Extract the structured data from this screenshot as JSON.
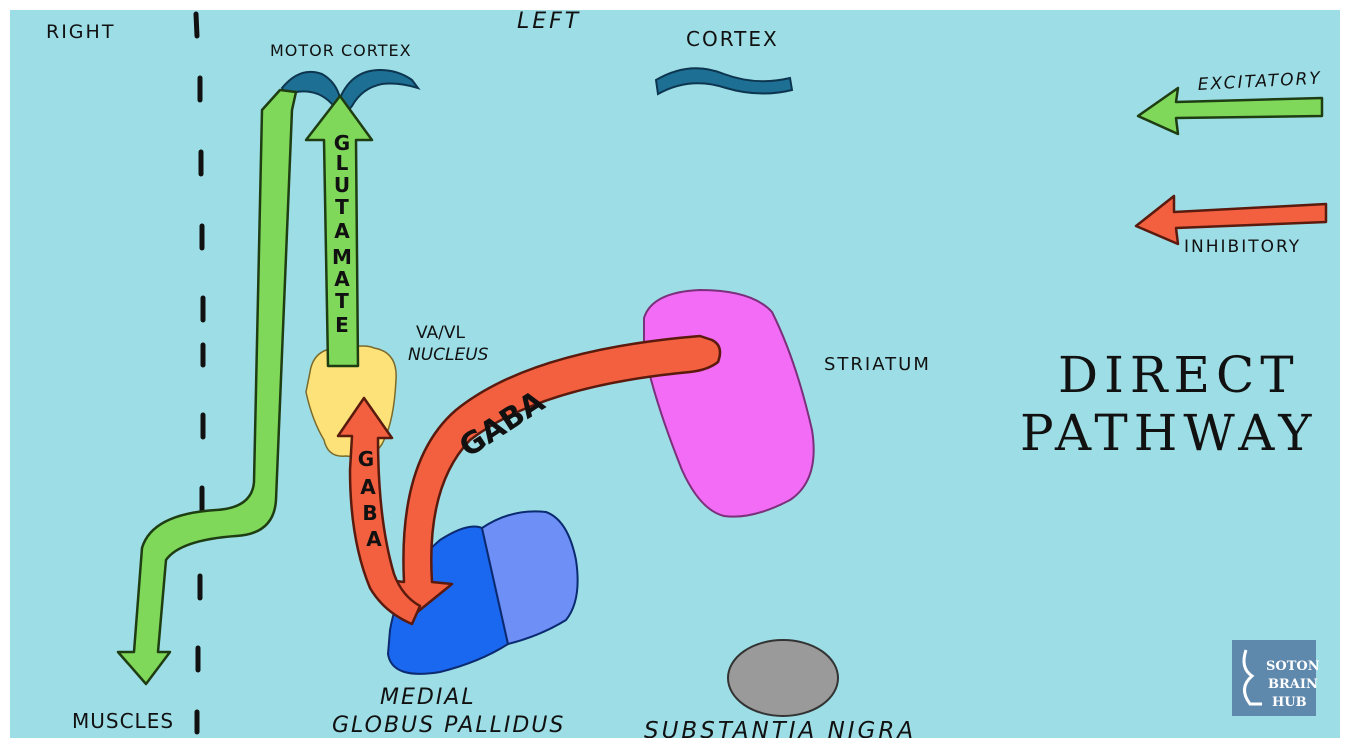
{
  "labels": {
    "right": "RIGHT",
    "left": "LEFT",
    "motor_cortex": "MOTOR CORTEX",
    "cortex": "CORTEX",
    "excitatory": "EXCITATORY",
    "inhibitory": "INHIBITORY",
    "va_vl_line1": "VA/VL",
    "va_vl_line2": "NUCLEUS",
    "striatum": "STRIATUM",
    "title_line1": "DIRECT",
    "title_line2": "PATHWAY",
    "medial_line1": "MEDIAL",
    "medial_line2": "GLOBUS PALLIDUS",
    "substantia_nigra": "SUBSTANTIA NIGRA",
    "muscles": "MUSCLES"
  },
  "arrows": {
    "glutamate_letters": [
      "G",
      "L",
      "U",
      "T",
      "A",
      "M",
      "A",
      "T",
      "E"
    ],
    "gaba_vertical_letters": [
      "G",
      "A",
      "B",
      "A"
    ],
    "gaba_curved": "GABA"
  },
  "logo": {
    "line1": "SOTON",
    "line2": "BRAIN",
    "line3": "HUB"
  },
  "colors": {
    "background": "#9ddee6",
    "excitatory": "#7fd85a",
    "inhibitory": "#f2603f",
    "cortex": "#1d6f93",
    "thalamus": "#fde27a",
    "striatum": "#f26cf5",
    "gpi_dark": "#1a67f0",
    "gpi_light": "#6d8ff6",
    "substantia_nigra": "#9a9a9a",
    "logo_bg": "#5f88ad"
  }
}
